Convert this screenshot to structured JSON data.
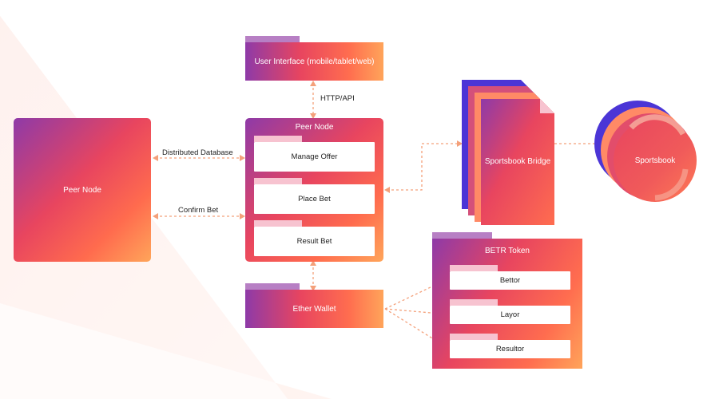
{
  "ui": {
    "title": "User Interface (mobile/tablet/web)",
    "link": "HTTP/API"
  },
  "peer_left": {
    "label": "Peer Node"
  },
  "peer_main": {
    "label": "Peer Node",
    "items": [
      {
        "label": "Manage Offer"
      },
      {
        "label": "Place Bet"
      },
      {
        "label": "Result Bet"
      }
    ]
  },
  "connections": {
    "db": "Distributed Database",
    "confirm": "Confirm Bet"
  },
  "bridge": {
    "label": "Sportsbook Bridge"
  },
  "sportsbook": {
    "label": "Sportsbook"
  },
  "wallet": {
    "label": "Ether Wallet"
  },
  "token": {
    "label": "BETR Token",
    "items": [
      {
        "label": "Bettor"
      },
      {
        "label": "Layor"
      },
      {
        "label": "Resultor"
      }
    ]
  },
  "colors": {
    "purple": "#8e3aa8",
    "red": "#e8455f",
    "orange": "#ffa55a",
    "arrow": "#f4a07a",
    "bridge_back": "#4b35d6"
  }
}
